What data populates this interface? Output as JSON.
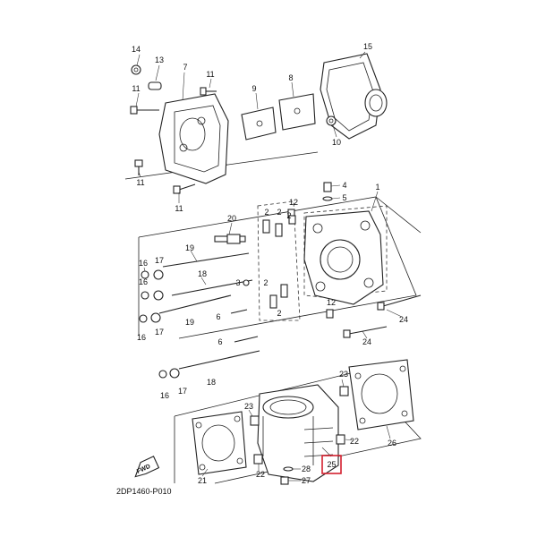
{
  "diagram_code": "2DP1460-P010",
  "fwd_label": "FWD",
  "highlighted_callout": "25",
  "highlight_color": "#d3202e",
  "callouts": {
    "c14": "14",
    "c13": "13",
    "c7": "7",
    "c11a": "11",
    "c11b": "11",
    "c9": "9",
    "c8": "8",
    "c15": "15",
    "c10": "10",
    "c11c": "11",
    "c11d": "11",
    "c4": "4",
    "c5": "5",
    "c1": "1",
    "c12a": "12",
    "c2a": "2",
    "c2b": "2",
    "c2c": "2",
    "c20": "20",
    "c19a": "19",
    "c16a": "16",
    "c17a": "17",
    "c18a": "18",
    "c16b": "16",
    "c3": "3",
    "c2d": "2",
    "c12b": "12",
    "c2e": "2",
    "c6a": "6",
    "c16c": "16",
    "c17b": "17",
    "c19b": "19",
    "c24a": "24",
    "c24b": "24",
    "c6b": "6",
    "c18b": "18",
    "c16d": "16",
    "c17c": "17",
    "c23a": "23",
    "c23b": "23",
    "c22a": "22",
    "c22b": "22",
    "c26": "26",
    "c21": "21",
    "c28": "28",
    "c27": "27",
    "c25": "25"
  }
}
